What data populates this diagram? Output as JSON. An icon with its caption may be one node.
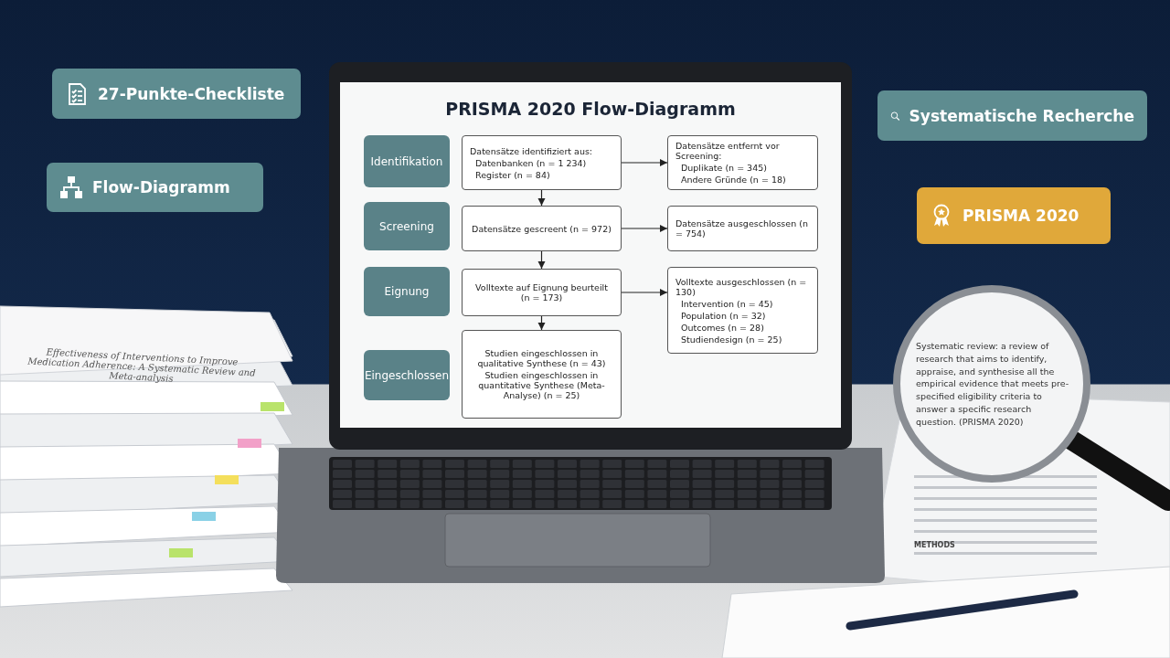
{
  "diagram": {
    "title": "PRISMA 2020 Flow-Diagramm",
    "nodes": [
      {
        "text": [
          "27-Punkte-Checkliste"
        ]
      },
      {
        "text": [
          "Flow-Diagramm"
        ]
      },
      {
        "text": [
          "Systematische Recherche"
        ]
      },
      {
        "text": [
          "PRISMA 2020"
        ]
      },
      {
        "text": [
          "Identifikation"
        ]
      },
      {
        "text": [
          "Datensätze identifiziert aus:",
          "Datenbanken (n = 1 234)",
          "Register (n = 84)"
        ]
      },
      {
        "text": [
          "Datensätze entfernt vor Screening:",
          "Duplikate (n = 345)",
          "Andere Gründe (n = 18)"
        ]
      },
      {
        "text": [
          "Screening"
        ]
      },
      {
        "text": [
          "Datensätze gescreent (n = 972)"
        ]
      },
      {
        "text": [
          "Datensätze ausgeschlossen (n = 754)"
        ]
      },
      {
        "text": [
          "Eignung"
        ]
      },
      {
        "text": [
          "Volltexte auf Eignung beurteilt (n = 173)"
        ]
      },
      {
        "text": [
          "Volltexte ausgeschlossen (n = 130)",
          "Intervention (n = 45)",
          "Population (n = 32)",
          "Outcomes (n = 28)",
          "Studiendesign (n = 25)"
        ]
      },
      {
        "text": [
          "Eingeschlossen"
        ]
      },
      {
        "text": [
          "Studien eingeschlossen in qualitative Synthese (n = 43)",
          "Studien eingeschlossen in quantitative Synthese (Meta-Analyse) (n = 25)"
        ]
      }
    ],
    "edges": [
      {
        "from": 5,
        "to": 6,
        "arrow": "to"
      },
      {
        "from": 5,
        "to": 8,
        "arrow": "to"
      },
      {
        "from": 8,
        "to": 9,
        "arrow": "to"
      },
      {
        "from": 8,
        "to": 11,
        "arrow": "to"
      },
      {
        "from": 11,
        "to": 12,
        "arrow": "to"
      },
      {
        "from": 11,
        "to": 14,
        "arrow": "to"
      }
    ],
    "labels": [
      "Effectiveness of Interventions to Improve Medication Adherence: A Systematic Review and Meta-analysis",
      "Systematic review: a review of research that aims to identify, appraise, and synthesise all the empirical evidence that meets pre-specified eligibility criteria to answer a specific research question. (PRISMA 2020)",
      "METHODS"
    ]
  }
}
